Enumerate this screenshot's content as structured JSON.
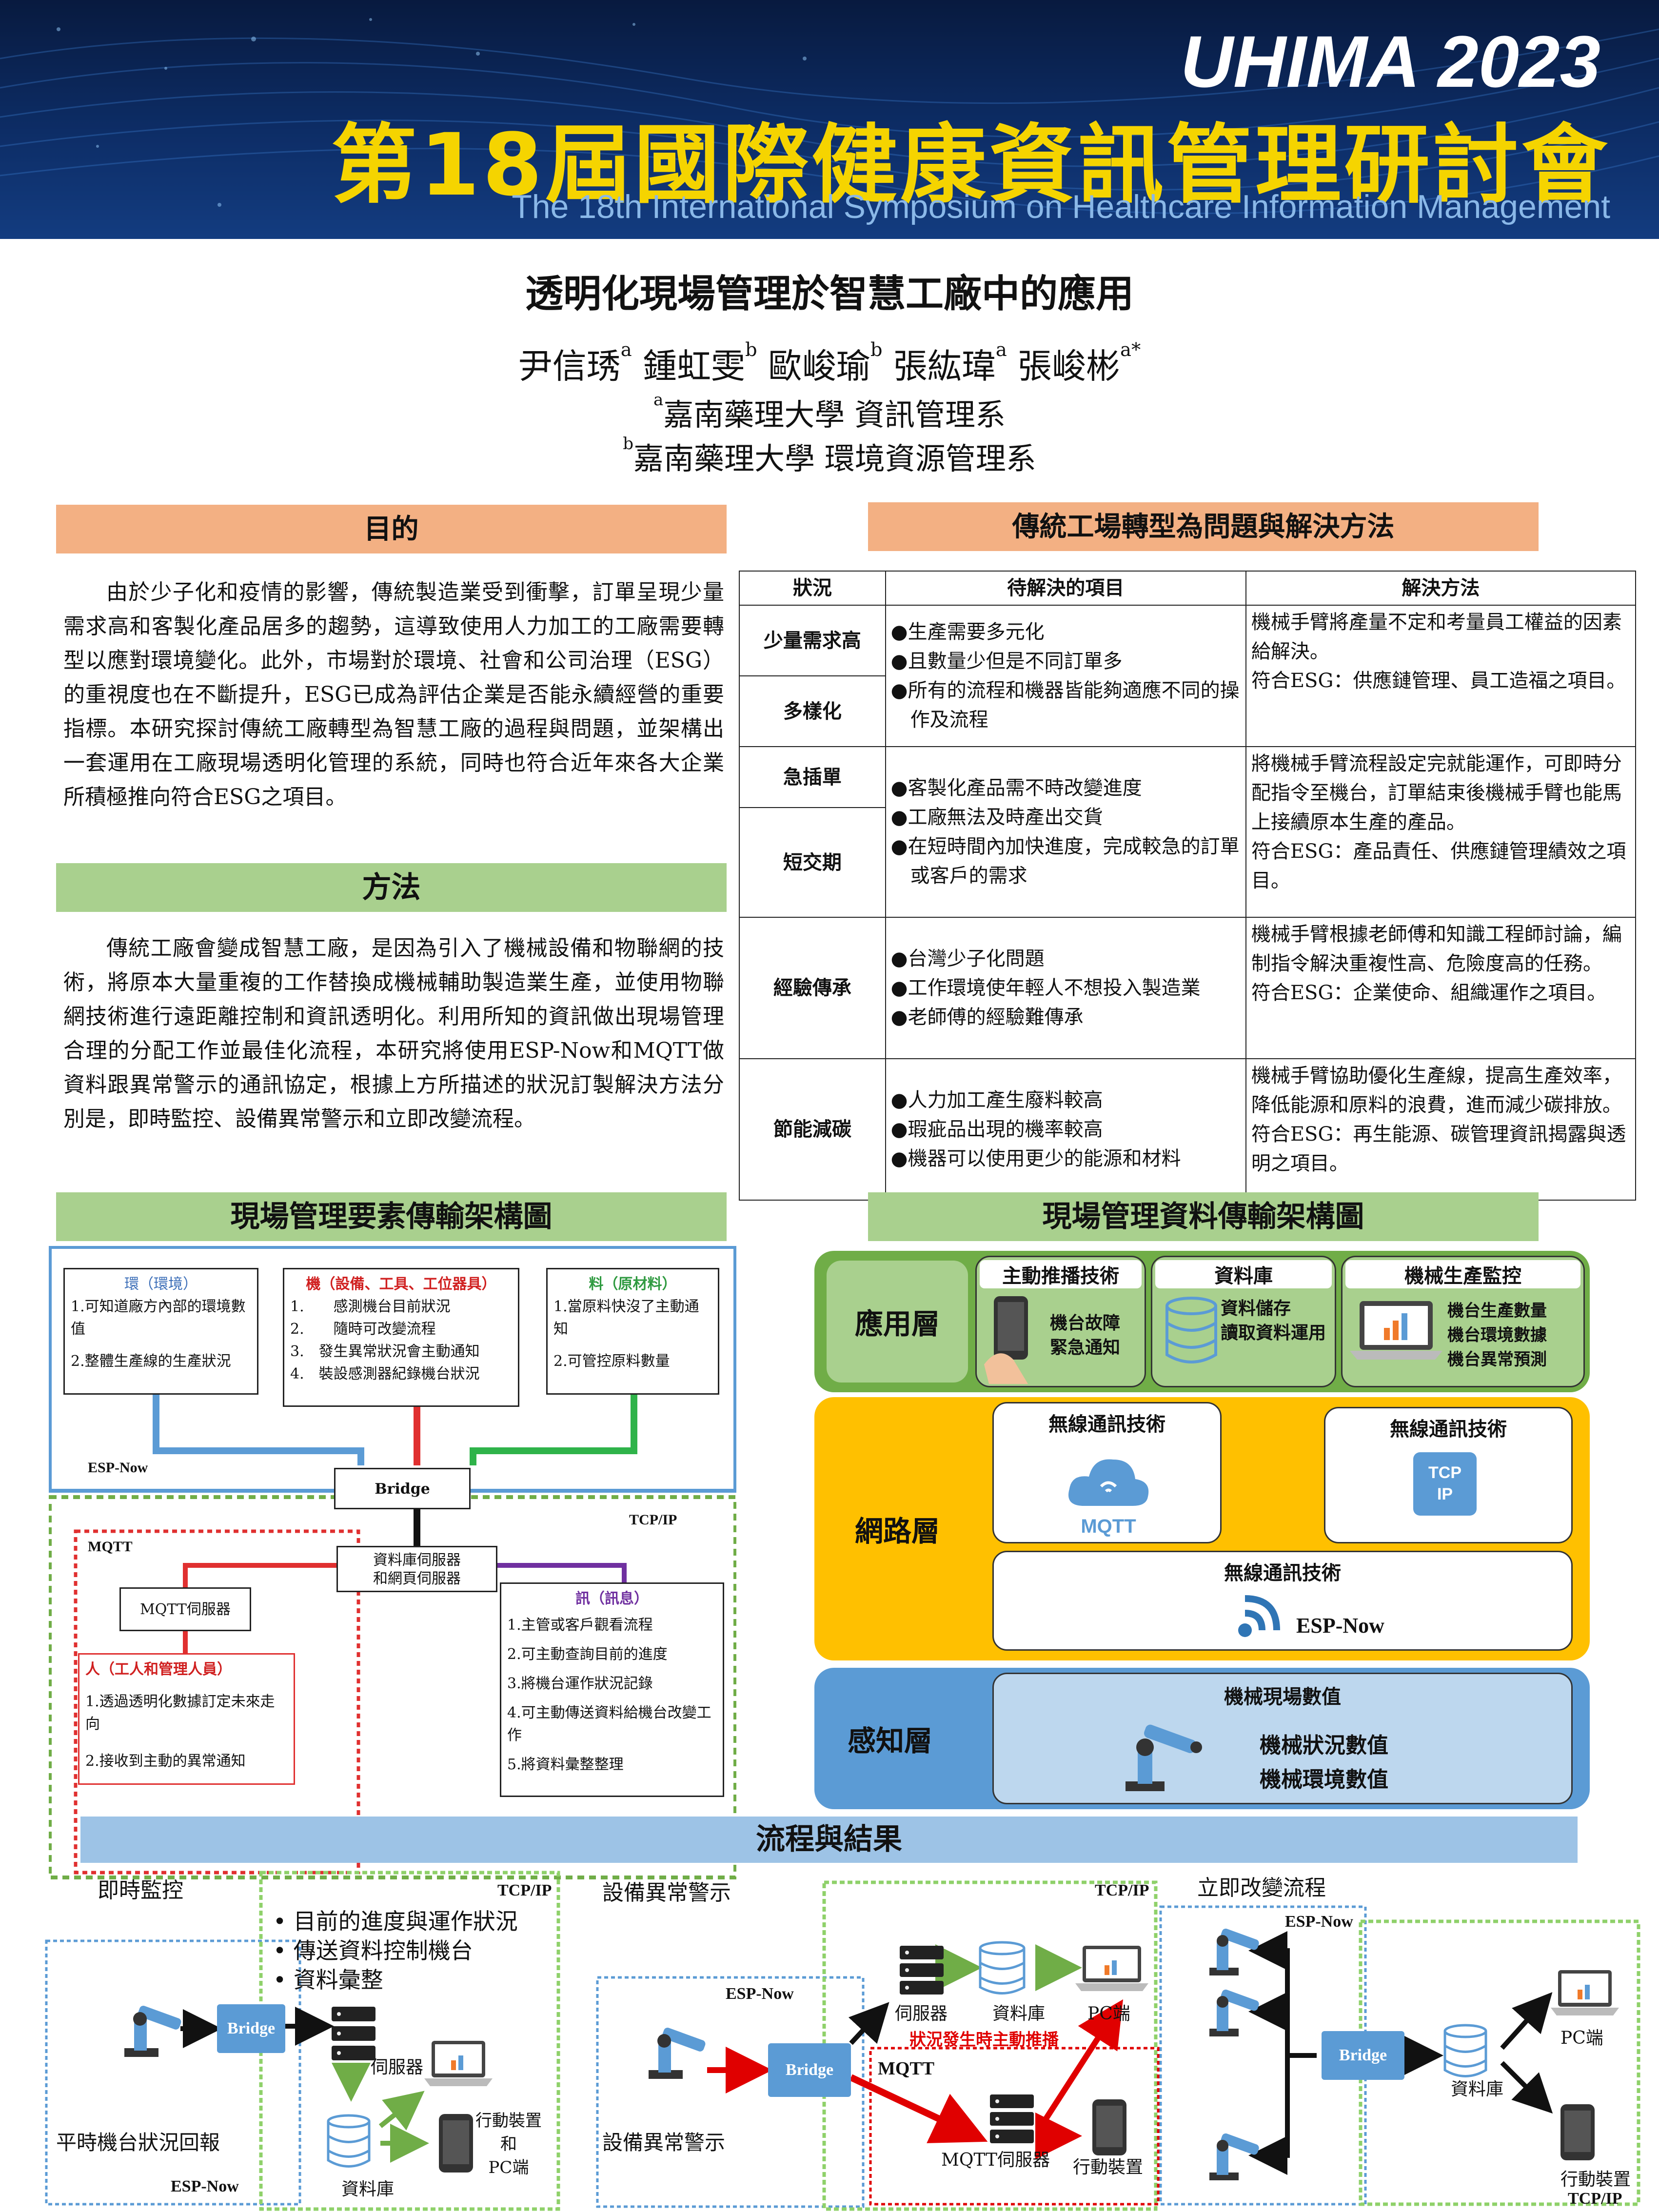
{
  "banner": {
    "year": "UHIMA 2023",
    "title_zh": "第18屆國際健康資訊管理研討會",
    "title_en": "The 18th International Symposium on Healthcare Information Management"
  },
  "paper": {
    "title": "透明化現場管理於智慧工廠中的應用",
    "authors": [
      {
        "name": "尹信琇",
        "sup": "a"
      },
      {
        "name": "鍾虹雯",
        "sup": "b"
      },
      {
        "name": "歐峻瑜",
        "sup": "b"
      },
      {
        "name": "張紘瑋",
        "sup": "a"
      },
      {
        "name": "張峻彬",
        "sup": "a*"
      }
    ],
    "affiliations": [
      {
        "sup": "a",
        "text": "嘉南藥理大學 資訊管理系"
      },
      {
        "sup": "b",
        "text": "嘉南藥理大學 環境資源管理系"
      }
    ]
  },
  "purpose": {
    "heading": "目的",
    "text": "由於少子化和疫情的影響，傳統製造業受到衝擊，訂單呈現少量需求高和客製化產品居多的趨勢，這導致使用人力加工的工廠需要轉型以應對環境變化。此外，市場對於環境、社會和公司治理（ESG）的重視度也在不斷提升，ESG已成為評估企業是否能永續經營的重要指標。本研究探討傳統工廠轉型為智慧工廠的過程與問題，並架構出一套運用在工廠現場透明化管理的系統，同時也符合近年來各大企業所積極推向符合ESG之項目。"
  },
  "method": {
    "heading": "方法",
    "text": "傳統工廠會變成智慧工廠，是因為引入了機械設備和物聯網的技術，將原本大量重複的工作替換成機械輔助製造業生產，並使用物聯網技術進行遠距離控制和資訊透明化。利用所知的資訊做出現場管理合理的分配工作並最佳化流程，本研究將使用ESP-Now和MQTT做資料跟異常警示的通訊協定，根據上方所描述的狀況訂製解決方法分別是，即時監控、設備異常警示和立即改變流程。"
  },
  "problems": {
    "heading": "傳統工場轉型為問題與解決方法",
    "columns": [
      "狀況",
      "待解決的項目",
      "解決方法"
    ],
    "rows": [
      {
        "status": [
          "少量需求高",
          "多樣化"
        ],
        "items": [
          "●生產需要多元化",
          "●且數量少但是不同訂單多",
          "●所有的流程和機器皆能夠適應不同的操作及流程"
        ],
        "solution": "機械手臂將產量不定和考量員工權益的因素給解決。\n符合ESG：供應鏈管理、員工造福之項目。"
      },
      {
        "status": [
          "急插單",
          "短交期"
        ],
        "items": [
          "●客製化產品需不時改變進度",
          "●工廠無法及時產出交貨",
          "●在短時間內加快進度，完成較急的訂單或客戶的需求"
        ],
        "solution": "將機械手臂流程設定完就能運作，可即時分配指令至機台，訂單結束後機械手臂也能馬上接續原本生產的產品。\n符合ESG：產品責任、供應鏈管理績效之項目。"
      },
      {
        "status": [
          "經驗傳承"
        ],
        "items": [
          "●台灣少子化問題",
          "●工作環境使年輕人不想投入製造業",
          "●老師傅的經驗難傳承"
        ],
        "solution": "機械手臂根據老師傅和知識工程師討論，編制指令解決重複性高、危險度高的任務。\n符合ESG：企業使命、組織運作之項目。"
      },
      {
        "status": [
          "節能減碳"
        ],
        "items": [
          "●人力加工產生廢料較高",
          "●瑕疵品出現的機率較高",
          "●機器可以使用更少的能源和材料"
        ],
        "solution": "機械手臂協助優化生產線，提高生產效率，降低能源和原料的浪費，進而減少碳排放。\n符合ESG：再生能源、碳管理資訊揭露與透明之項目。"
      }
    ]
  },
  "elements": {
    "heading": "現場管理要素傳輸架構圖",
    "env": {
      "title": "環（環境）",
      "items": [
        "1.可知道廠方內部的環境數值",
        "2.整體生產線的生產狀況"
      ]
    },
    "machine": {
      "title": "機（設備、工具、工位器具）",
      "items": [
        "1.　　感測機台目前狀況",
        "2.　　隨時可改變流程",
        "3.　發生異常狀況會主動通知",
        "4.　裝設感測器紀錄機台狀況"
      ]
    },
    "material": {
      "title": "料（原材料）",
      "items": [
        "1.當原料快沒了主動通知",
        "2.可管控原料數量"
      ]
    },
    "espnow": "ESP-Now",
    "bridge": "Bridge",
    "tcpip": "TCP/IP",
    "mqtt": "MQTT",
    "server": "資料庫伺服器\n和網頁伺服器",
    "mqtt_server": "MQTT伺服器",
    "people": {
      "title": "人（工人和管理人員）",
      "items": [
        "1.透過透明化數據訂定未來走向",
        "2.接收到主動的異常通知"
      ]
    },
    "info": {
      "title": "訊（訊息）",
      "items": [
        "1.主管或客戶觀看流程",
        "2.可主動查詢目前的進度",
        "3.將機台運作狀況記錄",
        "4.可主動傳送資料給機台改變工作",
        "5.將資料彙整整理"
      ]
    }
  },
  "data_arch": {
    "heading": "現場管理資料傳輸架構圖",
    "app": {
      "label": "應用層",
      "push": "主動推播技術",
      "push_text": "機台故障\n緊急通知",
      "db": "資料庫",
      "db_text": "資料儲存\n讀取資料運用",
      "monitor": "機械生產監控",
      "monitor_text": "機台生產數量\n機台環境數據\n機台異常預測"
    },
    "net": {
      "label": "網路層",
      "w1": "無線通訊技術",
      "w2": "無線通訊技術",
      "w3": "無線通訊技術",
      "mqtt": "MQTT",
      "tcpip": "TCP\nIP",
      "espnow": "ESP-Now"
    },
    "sense": {
      "label": "感知層",
      "title": "機械現場數值",
      "v1": "機械狀況數值",
      "v2": "機械環境數值"
    }
  },
  "results": {
    "heading": "流程與結果",
    "realtime": {
      "title": "即時監控",
      "tcpip": "TCP/IP",
      "bullets": [
        "目前的進度與運作狀況",
        "傳送資料控制機台",
        "資料彙整"
      ],
      "bridge": "Bridge",
      "server": "伺服器",
      "db": "資料庫",
      "mobile": "行動裝置\n和\nPC端",
      "caption": "平時機台狀況回報",
      "espnow": "ESP-Now"
    },
    "alert": {
      "title": "設備異常警示",
      "espnow": "ESP-Now",
      "tcpip": "TCP/IP",
      "server": "伺服器",
      "db": "資料庫",
      "pc": "PC端",
      "push": "狀況發生時主動推播",
      "mqtt": "MQTT",
      "bridge": "Bridge",
      "mqtt_server": "MQTT伺服器",
      "mobile": "行動裝置",
      "caption": "設備異常警示"
    },
    "change": {
      "title": "立即改變流程",
      "espnow": "ESP-Now",
      "bridge": "Bridge",
      "db": "資料庫",
      "pc": "PC端",
      "mobile": "行動裝置",
      "tcpip": "TCP/IP"
    }
  },
  "colors": {
    "banner": "#0d2d66",
    "gold": "#f5d400",
    "orange_hdr": "#f3b083",
    "green_hdr": "#a9d08e",
    "blue_hdr": "#9dc3e6",
    "app_layer": "#70ad47",
    "net_layer": "#ffc000",
    "sense_layer": "#5b9bd5"
  }
}
